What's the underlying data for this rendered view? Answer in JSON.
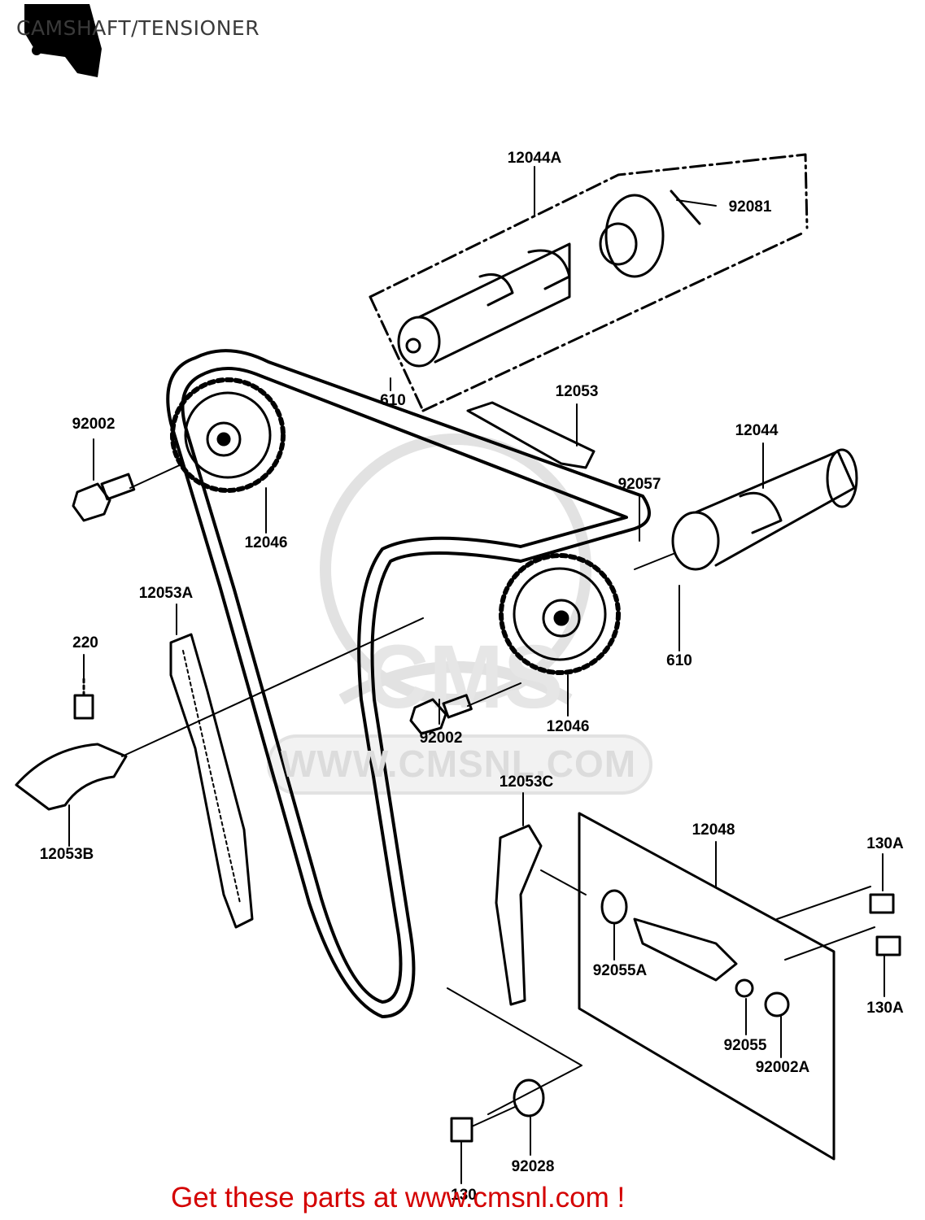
{
  "header": {
    "title": "CAMSHAFT/TENSIONER"
  },
  "watermark": {
    "url_text": "WWW.CMSNL.COM",
    "logo_text": "CMS"
  },
  "parts": {
    "p12044A": "12044A",
    "p92081": "92081",
    "p12053": "12053",
    "p610_top": "610",
    "p92002_left": "92002",
    "p12046_left": "12046",
    "p12044": "12044",
    "p92057": "92057",
    "p610_right": "610",
    "p12053A": "12053A",
    "p220": "220",
    "p92002_mid": "92002",
    "p12046_mid": "12046",
    "p12053B": "12053B",
    "p12053C": "12053C",
    "p12048": "12048",
    "p130A_top": "130A",
    "p130A_bottom": "130A",
    "p92055A": "92055A",
    "p92055": "92055",
    "p92002A": "92002A",
    "p92028": "92028",
    "p130": "130"
  },
  "footer": {
    "promo": "Get these parts at www.cmsnl.com !"
  },
  "colors": {
    "promo": "#d40000",
    "line": "#000000",
    "watermark": "#dcdcdc"
  }
}
